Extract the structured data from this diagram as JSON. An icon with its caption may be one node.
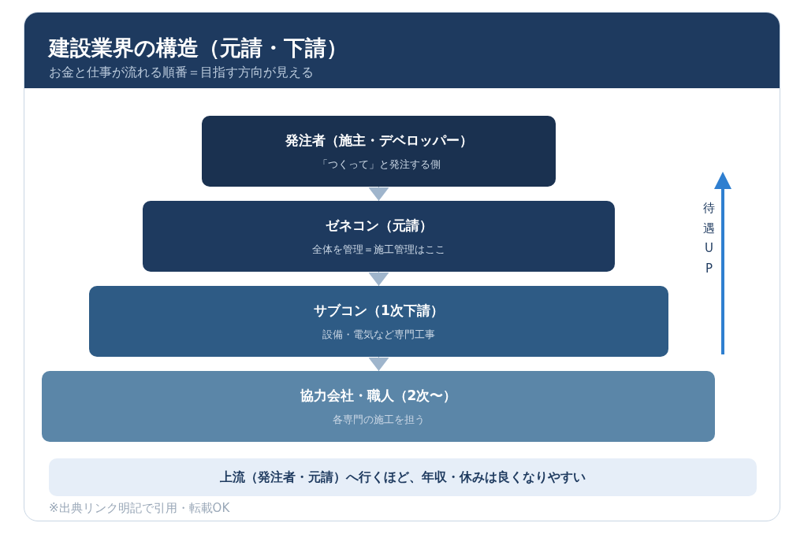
{
  "diagram": {
    "title": "建設業界の構造（元請・下請）",
    "nodes": [
      {
        "text": [
          "発注者（施主・デベロッパー）",
          "「つくって」と発注する側"
        ]
      },
      {
        "text": [
          "ゼネコン（元請）",
          "全体を管理＝施工管理はここ"
        ]
      },
      {
        "text": [
          "サブコン（1次下請）",
          "設備・電気など専門工事"
        ]
      },
      {
        "text": [
          "協力会社・職人（2次〜）",
          "各専門の施工を担う"
        ]
      },
      {
        "text": [
          "上流（発注者・元請）へ行くほど、年収・休みは良くなりやすい"
        ]
      }
    ],
    "edges": [
      {
        "from": 0,
        "to": 1,
        "arrow": "to"
      },
      {
        "from": 1,
        "to": 2,
        "arrow": "to"
      },
      {
        "from": 2,
        "to": 3,
        "arrow": "to"
      }
    ],
    "labels": [
      "お金と仕事が流れる順番＝目指す方向が見える",
      "待遇UP",
      "※出典リンク明記で引用・転載OK"
    ]
  }
}
